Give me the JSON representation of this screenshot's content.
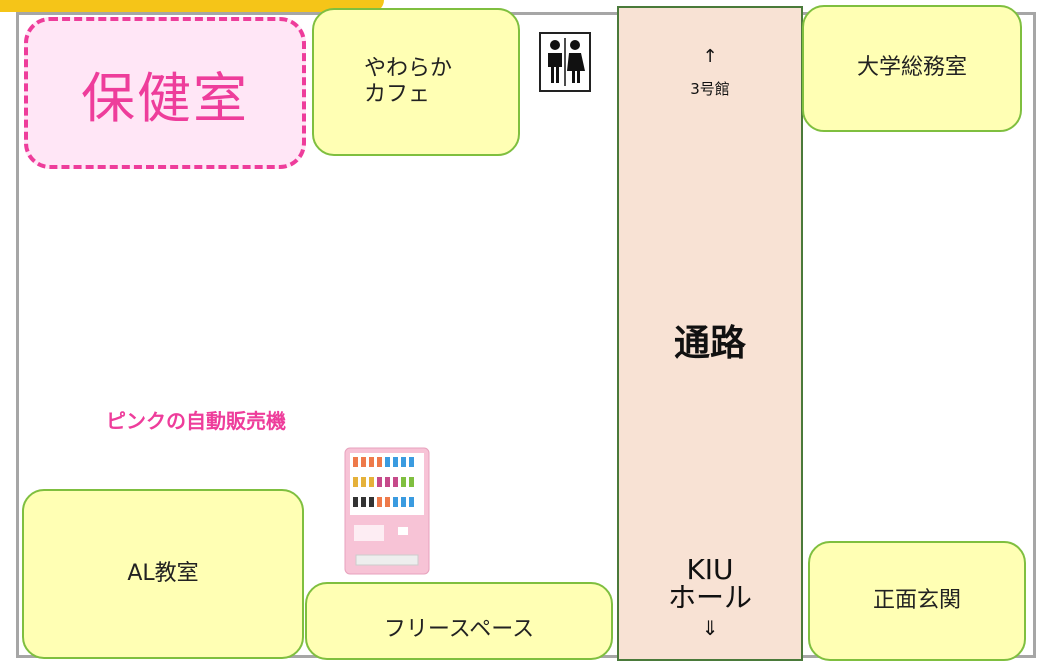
{
  "rooms": {
    "hokenshitsu": "保健室",
    "cafe_line1": "やわらか",
    "cafe_line2": "カフェ",
    "soumu": "大学総務室",
    "al": "AL教室",
    "free_space": "フリースペース",
    "shoumen": "正面玄関"
  },
  "corridor": {
    "up_arrow": "↑",
    "building": "3号館",
    "label": "通路",
    "kiu_line1": "KIU",
    "kiu_line2": "ホール",
    "down_arrow": "⇓"
  },
  "vending_label": "ピンクの自動販売機",
  "icons": [
    "restroom-icon",
    "vending-machine-icon"
  ],
  "colors": {
    "pink": "#ee3d9b",
    "room_fill": "#ffffb4",
    "room_border": "#7fbf3f",
    "corridor_fill": "#f8e2d4",
    "tab": "#f5c518"
  }
}
